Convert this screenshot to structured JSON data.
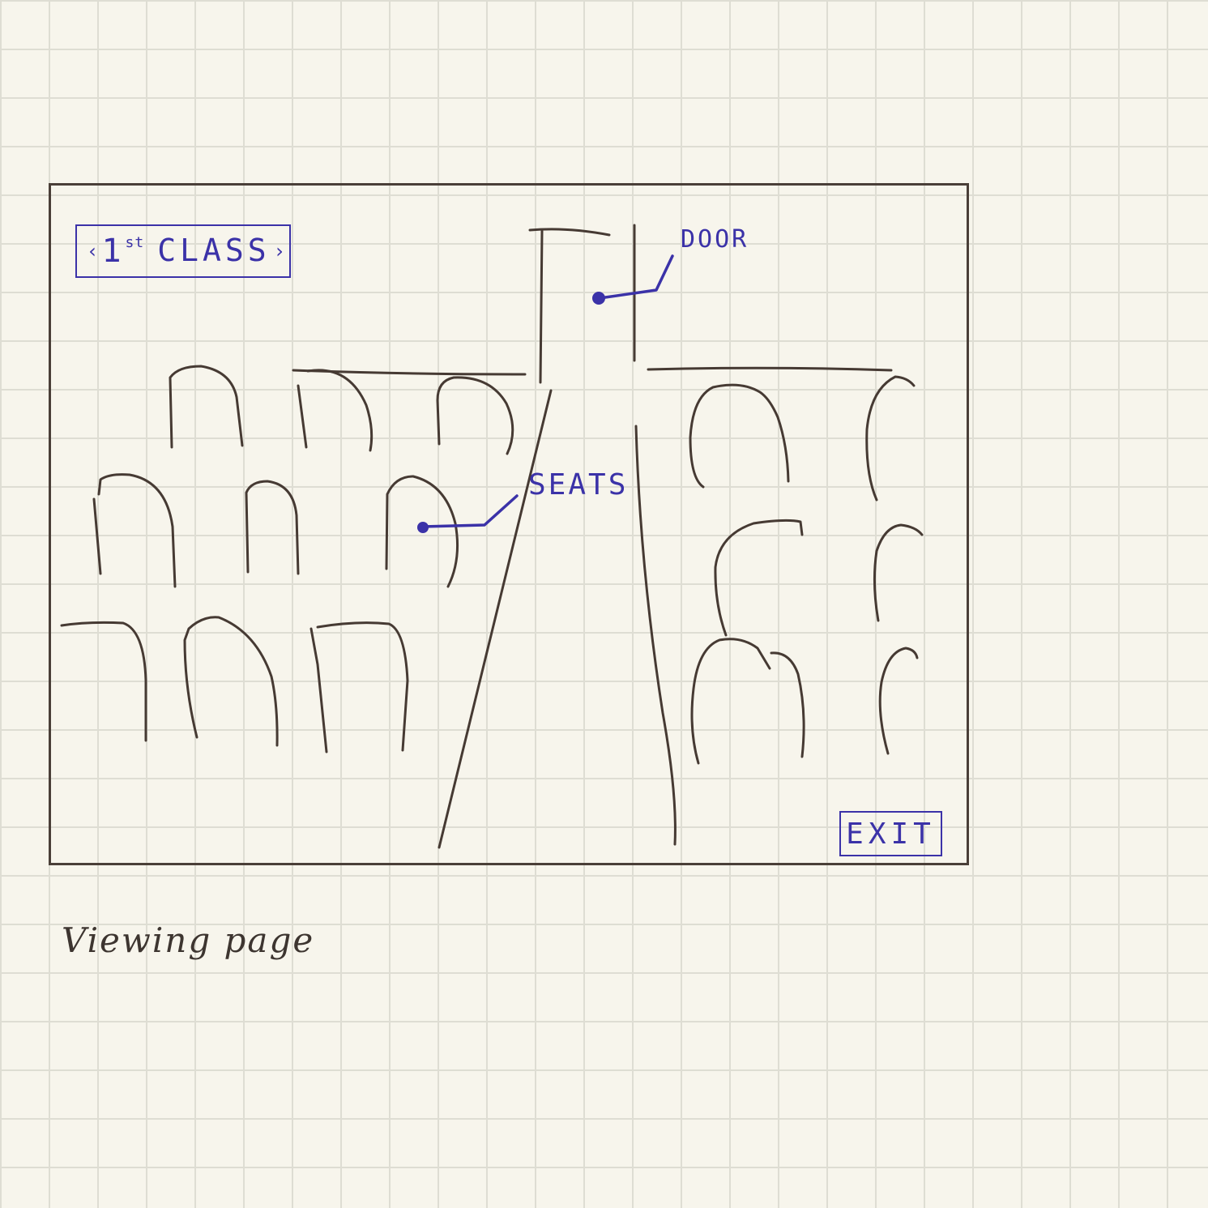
{
  "header": {
    "class_selector": {
      "prev_arrow": "‹",
      "next_arrow": "›",
      "class_number": "1",
      "class_suffix": "st",
      "class_name": "CLASS"
    }
  },
  "annotations": {
    "door": "DOOR",
    "seats": "SEATS"
  },
  "exit_button_label": "EXIT",
  "caption": "Viewing page",
  "colors": {
    "annotation_ink": "#3b32a8",
    "sketch_ink": "#463a33",
    "paper": "#f7f5ec",
    "grid": "#deddd3"
  }
}
